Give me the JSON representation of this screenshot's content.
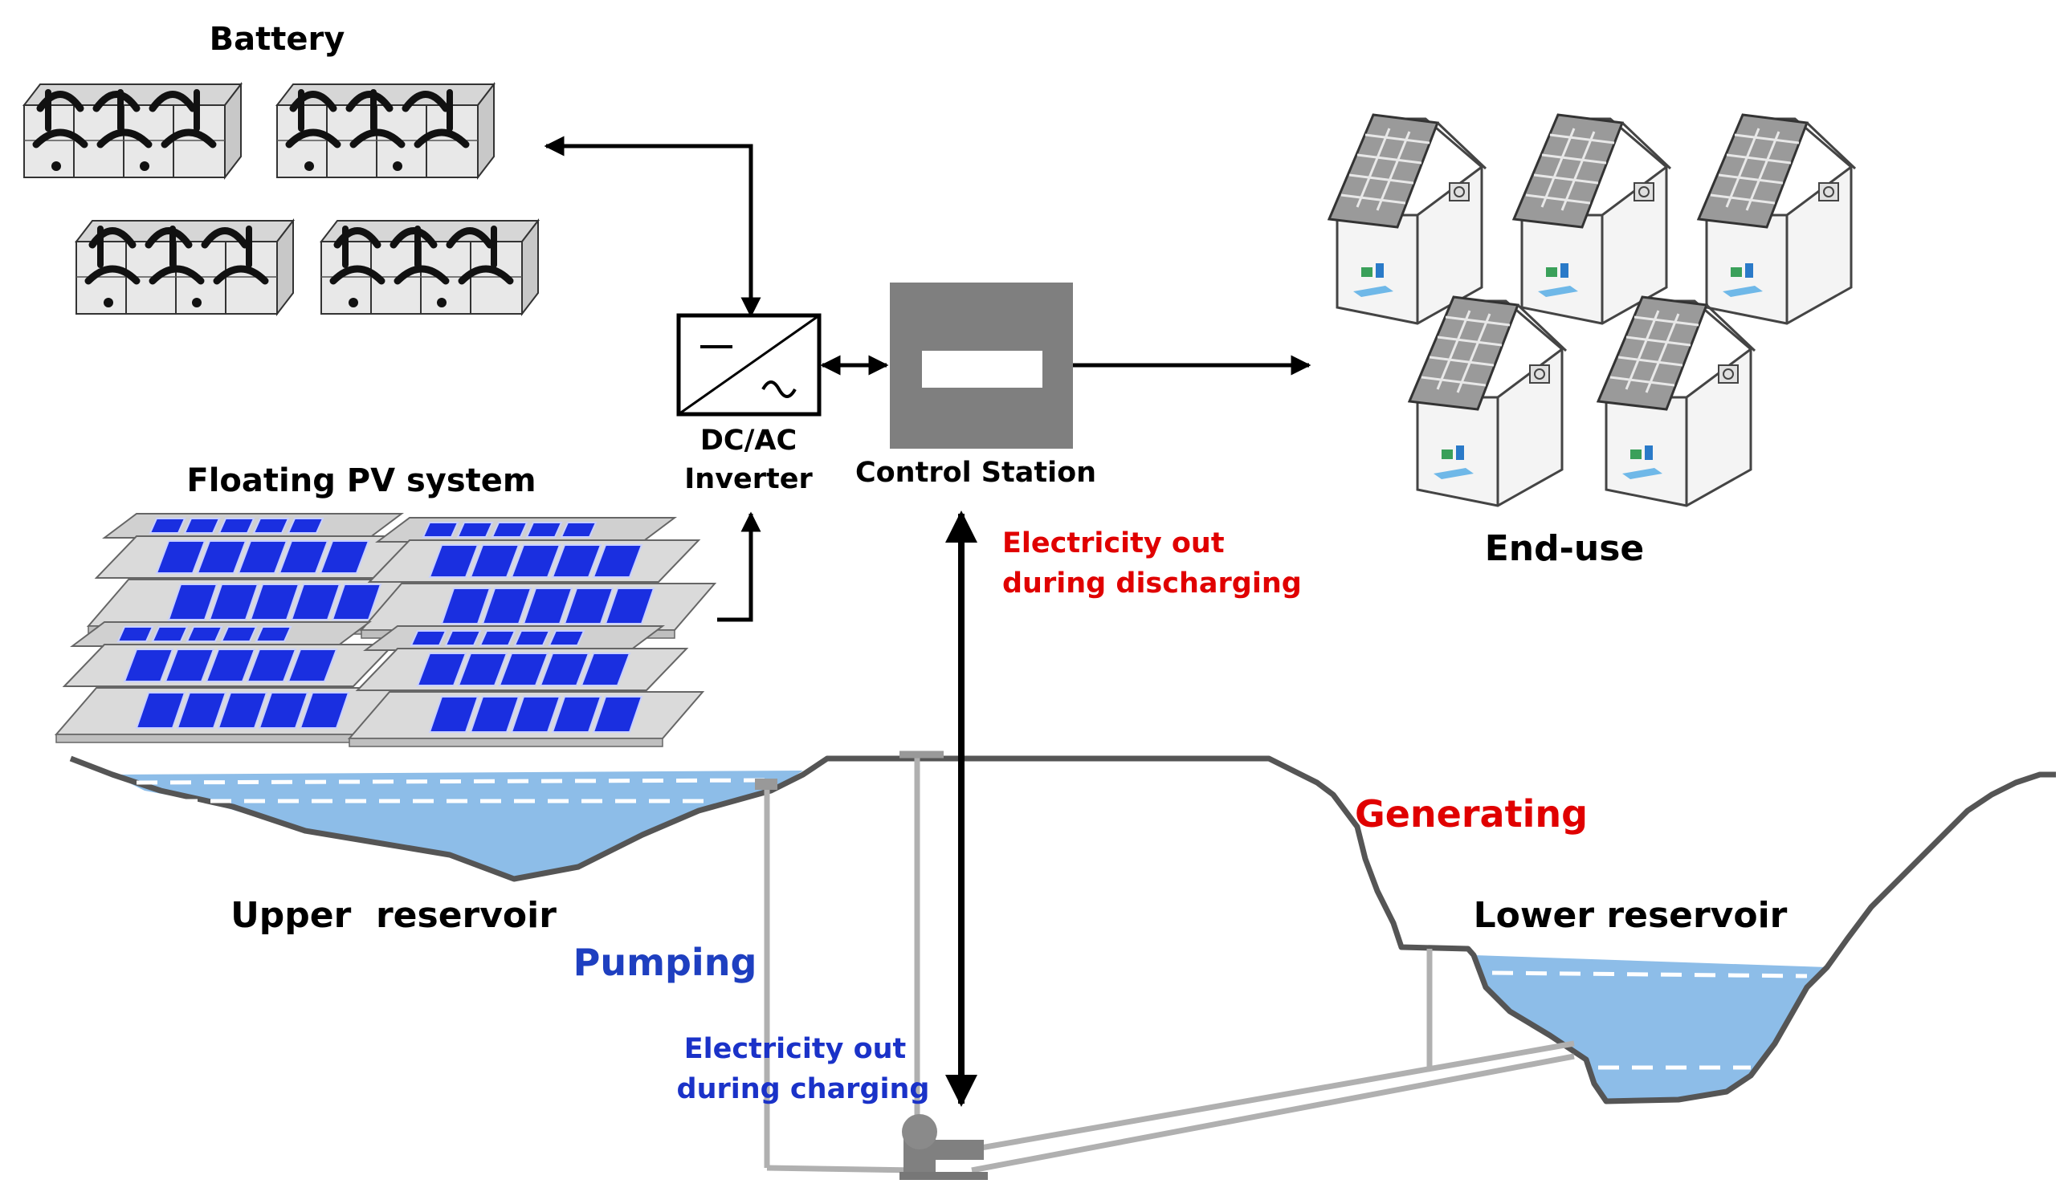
{
  "labels": {
    "battery": "Battery",
    "floating_pv": "Floating PV system",
    "inverter_line1": "DC/AC",
    "inverter_line2": "Inverter",
    "control_station": "Control Station",
    "end_use": "End-use",
    "discharging_line1": "Electricity out",
    "discharging_line2": "during discharging",
    "generating": "Generating",
    "upper_reservoir": "Upper  reservoir",
    "lower_reservoir": "Lower reservoir",
    "pumping": "Pumping",
    "charging_line1": "Electricity out",
    "charging_line2": "during charging"
  },
  "colors": {
    "discharging_text": "#e00000",
    "generating_text": "#e00000",
    "pumping_text": "#1e3fc0",
    "charging_text": "#1a32c8",
    "water": "#8dbde8",
    "pv_panel": "#1a2fe0",
    "control_station": "#7f7f7f",
    "terrain_line": "#555555",
    "penstock": "#b0b0b0"
  },
  "icons": {
    "battery": "battery-bank-icon",
    "pv": "floating-solar-panel-icon",
    "inverter": "dc-ac-inverter-icon",
    "control": "control-station-icon",
    "house": "house-icon",
    "pump": "pump-turbine-icon"
  }
}
